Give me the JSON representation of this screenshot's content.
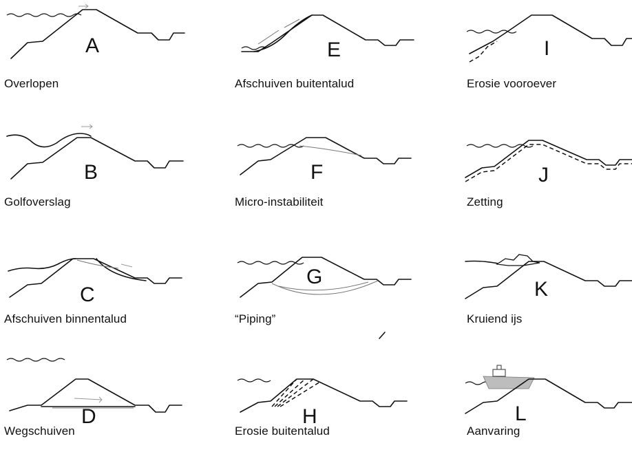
{
  "panels": [
    {
      "letter": "A",
      "caption": "Overlopen"
    },
    {
      "letter": "E",
      "caption": "Afschuiven buitentalud"
    },
    {
      "letter": "I",
      "caption": "Erosie vooroever"
    },
    {
      "letter": "B",
      "caption": "Golfoverslag"
    },
    {
      "letter": "F",
      "caption": "Micro-instabiliteit"
    },
    {
      "letter": "J",
      "caption": "Zetting"
    },
    {
      "letter": "C",
      "caption": "Afschuiven binnentalud"
    },
    {
      "letter": "G",
      "caption": "“Piping”"
    },
    {
      "letter": "K",
      "caption": "Kruiend ijs"
    },
    {
      "letter": "D",
      "caption": "Wegschuiven"
    },
    {
      "letter": "H",
      "caption": "Erosie buitentalud"
    },
    {
      "letter": "L",
      "caption": "Aanvaring"
    }
  ]
}
